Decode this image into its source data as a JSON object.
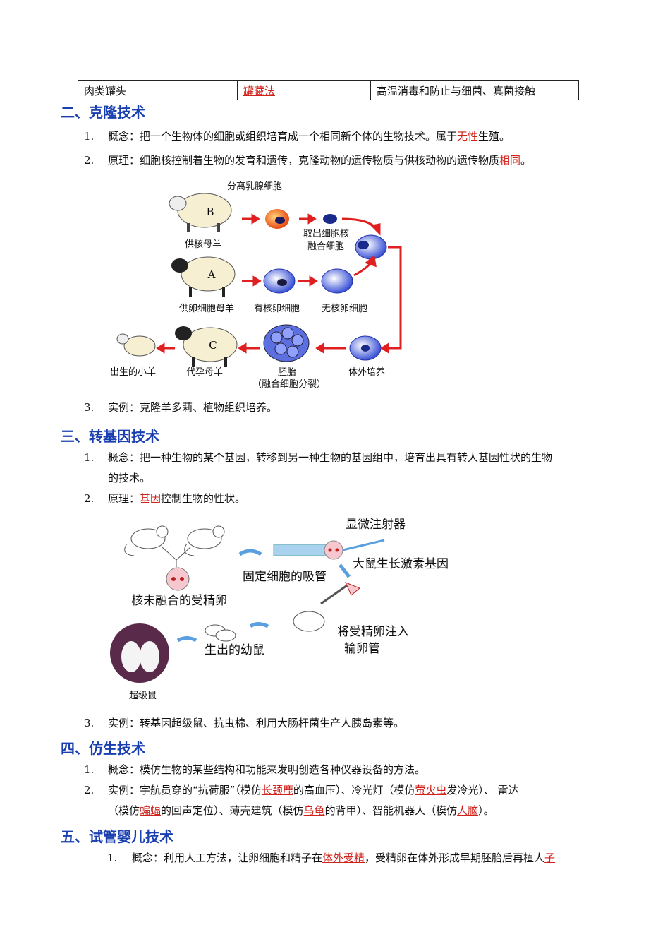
{
  "table": {
    "c1": "肉类罐头",
    "c2": "罐藏法",
    "c3": "高温消毒和防止与细菌、真菌接触"
  },
  "s2": {
    "title": "二、克隆技术",
    "i1": {
      "n": "1.",
      "a": "概念：把一个生物体的细胞或组织培育成一个相同新个体的生物技术。属于",
      "k": "无性",
      "b": "生殖。"
    },
    "i2": {
      "n": "2.",
      "a": "原理：细胞核控制着生物的发育和遗传，克隆动物的遗传物质与供核动物的遗传物质",
      "k": "相同",
      "b": "。"
    },
    "i3": {
      "n": "3.",
      "a": "实例：克隆羊多莉、植物组织培养。"
    },
    "fig": {
      "top": "分离乳腺细胞",
      "sheepB": "B",
      "sheepA": "A",
      "sheepC": "C",
      "l_donor": "供核母羊",
      "l_take1": "取出细胞核",
      "l_take2": "融合细胞",
      "l_egg_donor": "供卵细胞母羊",
      "l_egg": "有核卵细胞",
      "l_enuc": "无核卵细胞",
      "l_baby": "出生的小羊",
      "l_sur": "代孕母羊",
      "l_emb": "胚胎",
      "l_emb2": "（融合细胞分裂）",
      "l_cult": "体外培养"
    }
  },
  "s3": {
    "title": "三、转基因技术",
    "i1": {
      "n": "1.",
      "a": "概念：把一种生物的某个基因，转移到另一种生物的基因组中，培育出具有转人基因性状的生物",
      "a2": "的技术。"
    },
    "i2": {
      "n": "2.",
      "k": "基因",
      "pre": "原理：",
      "b": "控制生物的性状。"
    },
    "i3": {
      "n": "3.",
      "a": "实例：转基因超级鼠、抗虫棉、利用大肠杆菌生产人胰岛素等。"
    },
    "fig": {
      "l_inj": "显微注射器",
      "l_hold": "固定细胞的吸管",
      "l_gene": "大鼠生长激素基因",
      "l_egg": "核未融合的受精卵",
      "l_put1": "将受精卵注入",
      "l_put2": "输卵管",
      "l_pups": "生出的幼鼠",
      "l_super": "超级鼠"
    }
  },
  "s4": {
    "title": "四、仿生技术",
    "i1": {
      "n": "1.",
      "a": "概念：模仿生物的某些结构和功能来发明创造各种仪器设备的方法。"
    },
    "i2": {
      "n": "2.",
      "a": "实例：宇航员穿的“抗荷服”（模仿",
      "k1": "长颈鹿",
      "b": "的高血压）、冷光灯（模仿",
      "k2": "萤火虫",
      "c": "发冷光）、 雷达",
      "d": "（模仿",
      "k3": "蝙蝠",
      "e": "的回声定位）、薄壳建筑（模仿",
      "k4": "乌龟",
      "f": "的背甲）、智能机器人（模仿",
      "k5": "人脑",
      "g": "）。"
    }
  },
  "s5": {
    "title": "五、试管婴儿技术",
    "i1": {
      "n": "1.",
      "a": "概念：利用人工方法，让卵细胞和精子在",
      "k": "体外受精",
      "b": "，受精卵在体外形成早期胚胎后再植人",
      "k2": "子"
    }
  }
}
